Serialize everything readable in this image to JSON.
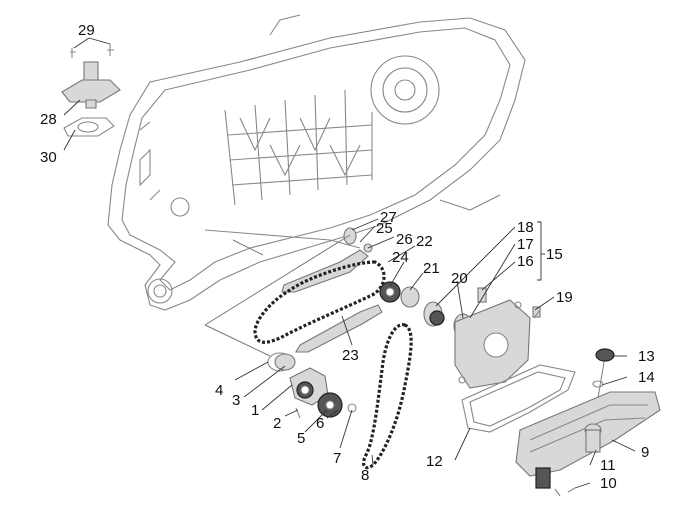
{
  "callouts": [
    "29",
    "28",
    "30",
    "27",
    "25",
    "26",
    "22",
    "24",
    "21",
    "18",
    "17",
    "16",
    "15",
    "20",
    "19",
    "23",
    "13",
    "14",
    "4",
    "3",
    "1",
    "2",
    "5",
    "6",
    "7",
    "8",
    "12",
    "9",
    "11",
    "10"
  ]
}
